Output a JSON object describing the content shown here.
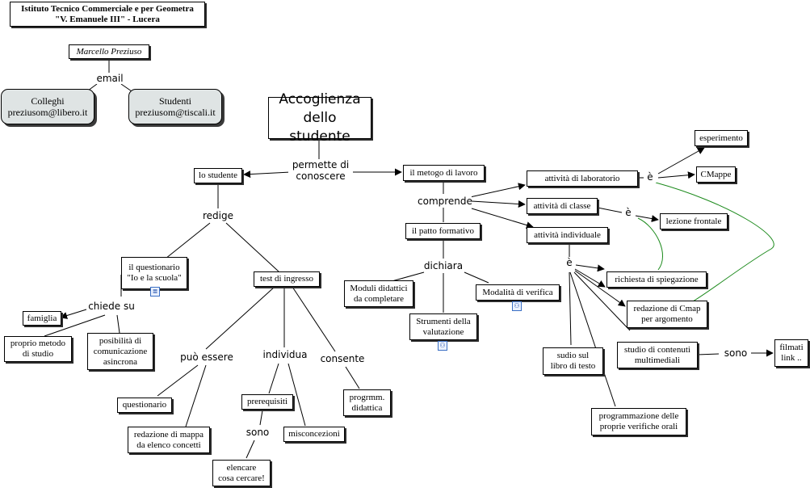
{
  "header": {
    "school_line1": "Istituto Tecnico Commerciale e per Geometra",
    "school_line2": "\"V. Emanuele III\" - Lucera"
  },
  "author": {
    "name": "Marcello Preziuso",
    "link_email": "email",
    "colleghi": "Colleghi\npreziusom@libero.it",
    "studenti": "Studenti\npreziusom@tiscali.it"
  },
  "concepts": {
    "title": "Accoglienza\ndello studente",
    "lo_studente": "lo studente",
    "metodo_lavoro": "il metogo di lavoro",
    "patto_formativo": "il patto formativo",
    "questionario_scuola": "il questionario\n\"Io e la scuola\"",
    "test_ingresso": "test di ingresso",
    "famiglia": "famiglia",
    "proprio_metodo": "proprio metodo\ndi studio",
    "posibilita_comunicazione": "posibilità di\ncomunicazione\nasincrona",
    "questionario": "questionario",
    "redazione_mappa": "redazione di mappa\nda elenco concetti",
    "prerequisiti": "prerequisiti",
    "misconcezioni": "misconcezioni",
    "elencare": "elencare\ncosa cercare!",
    "programm_didattica": "progrmm.\ndidattica",
    "moduli_didattici": "Moduli didattici\nda completare",
    "strumenti_valutazione": "Strumenti della\nvalutazione",
    "modalita_verifica": "Modalità di verifica",
    "attivita_laboratorio": "attività di laboratorio",
    "attivita_classe": "attività di classe",
    "attivita_individuale": "attività individuale",
    "esperimento": "esperimento",
    "cmappe": "CMappe",
    "lezione_frontale": "lezione frontale",
    "richiesta_spiegazione": "richiesta di spiegazione",
    "redazione_cmap": "redazione di Cmap\nper argomento",
    "studio_contenuti": "studio di contenuti\nmultimediali",
    "filmati_link": "filmati\nlink ..",
    "sudio_libro": "sudio sul\nlibro di testo",
    "programmazione_verifiche": "programmazione delle\nproprie verifiche orali"
  },
  "linking_phrases": {
    "permette_di_conoscere": "permette di\nconoscere",
    "redige": "redige",
    "chiede_su": "chiede su",
    "puo_essere": "può essere",
    "individua": "individua",
    "consente": "consente",
    "sono_1": "sono",
    "comprende": "comprende",
    "dichiara": "dichiara",
    "e_1": "è",
    "e_2": "è",
    "e_3": "è",
    "sono_2": "sono"
  },
  "icons": {
    "questionario_icon": "document-icon",
    "strumenti_icon": "concept-map-icon",
    "modalita_icon": "concept-map-icon"
  },
  "colors": {
    "line": "#000000",
    "cross_link": "#1c8a1c",
    "node_border": "#000000",
    "rounded_node_fill": "#dfe4e4"
  }
}
